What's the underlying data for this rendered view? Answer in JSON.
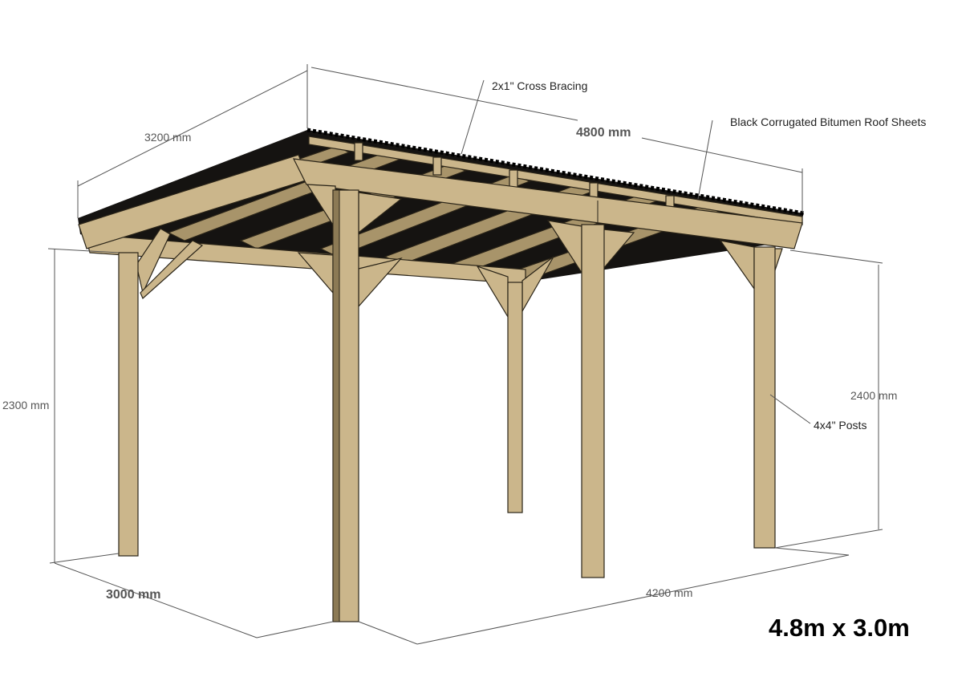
{
  "title": "4.8m x 3.0m",
  "dimensions": {
    "roof_depth": "3200 mm",
    "roof_length": "4800 mm",
    "left_height": "2300 mm",
    "right_height": "2400 mm",
    "base_depth": "3000 mm",
    "base_length": "4200 mm"
  },
  "labels": {
    "cross_bracing": "2x1\" Cross Bracing",
    "roof_sheets": "Black Corrugated Bitumen Roof Sheets",
    "posts": "4x4\" Posts"
  },
  "colors": {
    "wood": "#cbb68b",
    "roof": "#111111"
  }
}
